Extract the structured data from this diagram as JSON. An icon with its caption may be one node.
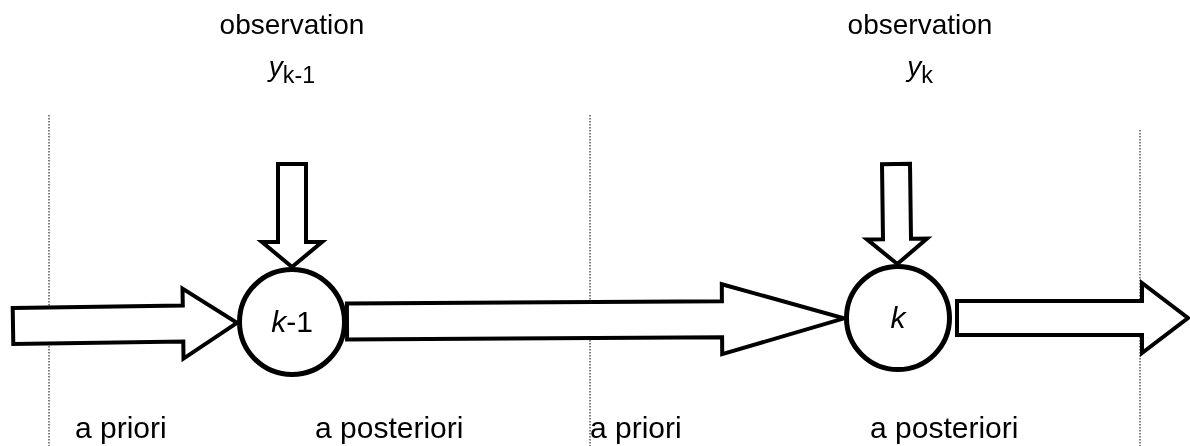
{
  "diagram": {
    "nodes": [
      {
        "text": [
          "observation",
          "*y*$_{k-1}$"
        ]
      },
      {
        "text": [
          "*k*-1"
        ]
      },
      {
        "text": [
          "observation",
          "*y*$_{k}$"
        ]
      },
      {
        "text": [
          "*k*"
        ]
      }
    ],
    "edges": [
      {
        "from": 0,
        "to": 1,
        "arrow": "to"
      },
      {
        "from": 2,
        "to": 3,
        "arrow": "to"
      },
      {
        "from": null,
        "to": 1,
        "arrow": "to"
      },
      {
        "from": 1,
        "to": 3,
        "arrow": "to"
      },
      {
        "from": 3,
        "to": null,
        "arrow": "to"
      }
    ],
    "labels": [
      "a priori",
      "a posteriori",
      "a priori",
      "a posteriori"
    ]
  }
}
